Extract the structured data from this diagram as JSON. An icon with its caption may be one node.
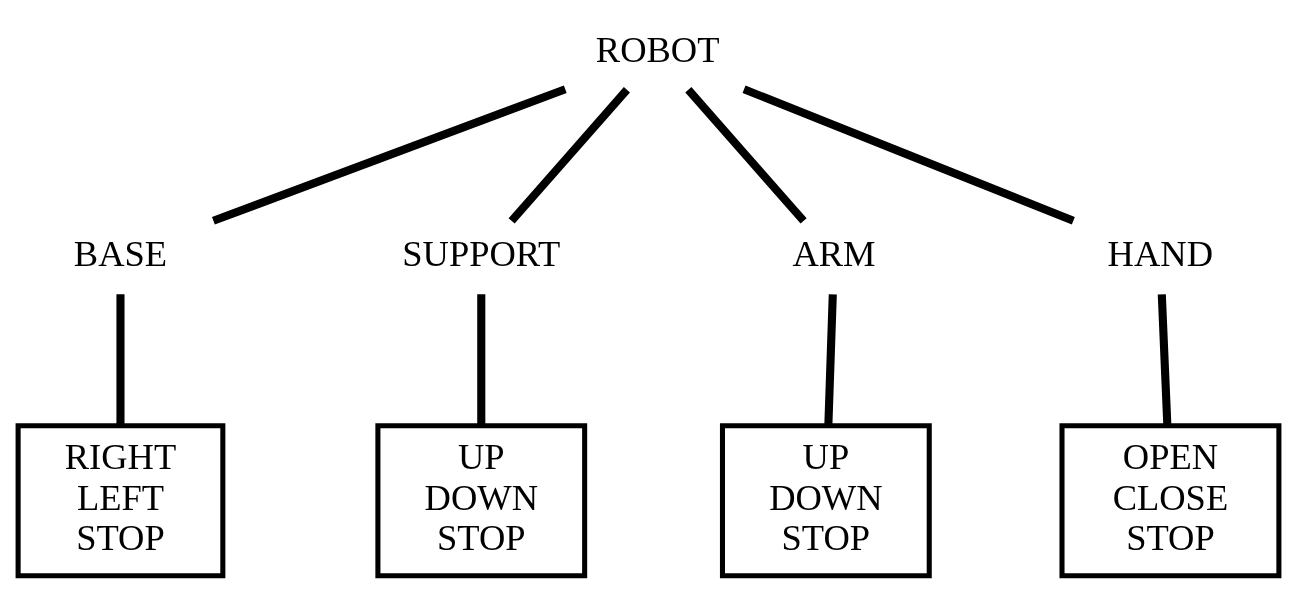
{
  "diagram": {
    "nodes": [
      {
        "text": [
          "ROBOT"
        ]
      },
      {
        "text": [
          "BASE"
        ]
      },
      {
        "text": [
          "SUPPORT"
        ]
      },
      {
        "text": [
          "ARM"
        ]
      },
      {
        "text": [
          "HAND"
        ]
      },
      {
        "text": [
          "RIGHT",
          "LEFT",
          "STOP"
        ]
      },
      {
        "text": [
          "UP",
          "DOWN",
          "STOP"
        ]
      },
      {
        "text": [
          "UP",
          "DOWN",
          "STOP"
        ]
      },
      {
        "text": [
          "OPEN",
          "CLOSE",
          "STOP"
        ]
      }
    ],
    "edges": [
      {
        "from": 0,
        "to": 1,
        "arrow": "none"
      },
      {
        "from": 0,
        "to": 2,
        "arrow": "none"
      },
      {
        "from": 0,
        "to": 3,
        "arrow": "none"
      },
      {
        "from": 0,
        "to": 4,
        "arrow": "none"
      },
      {
        "from": 1,
        "to": 5,
        "arrow": "none"
      },
      {
        "from": 2,
        "to": 6,
        "arrow": "none"
      },
      {
        "from": 3,
        "to": 7,
        "arrow": "none"
      },
      {
        "from": 4,
        "to": 8,
        "arrow": "none"
      }
    ]
  }
}
